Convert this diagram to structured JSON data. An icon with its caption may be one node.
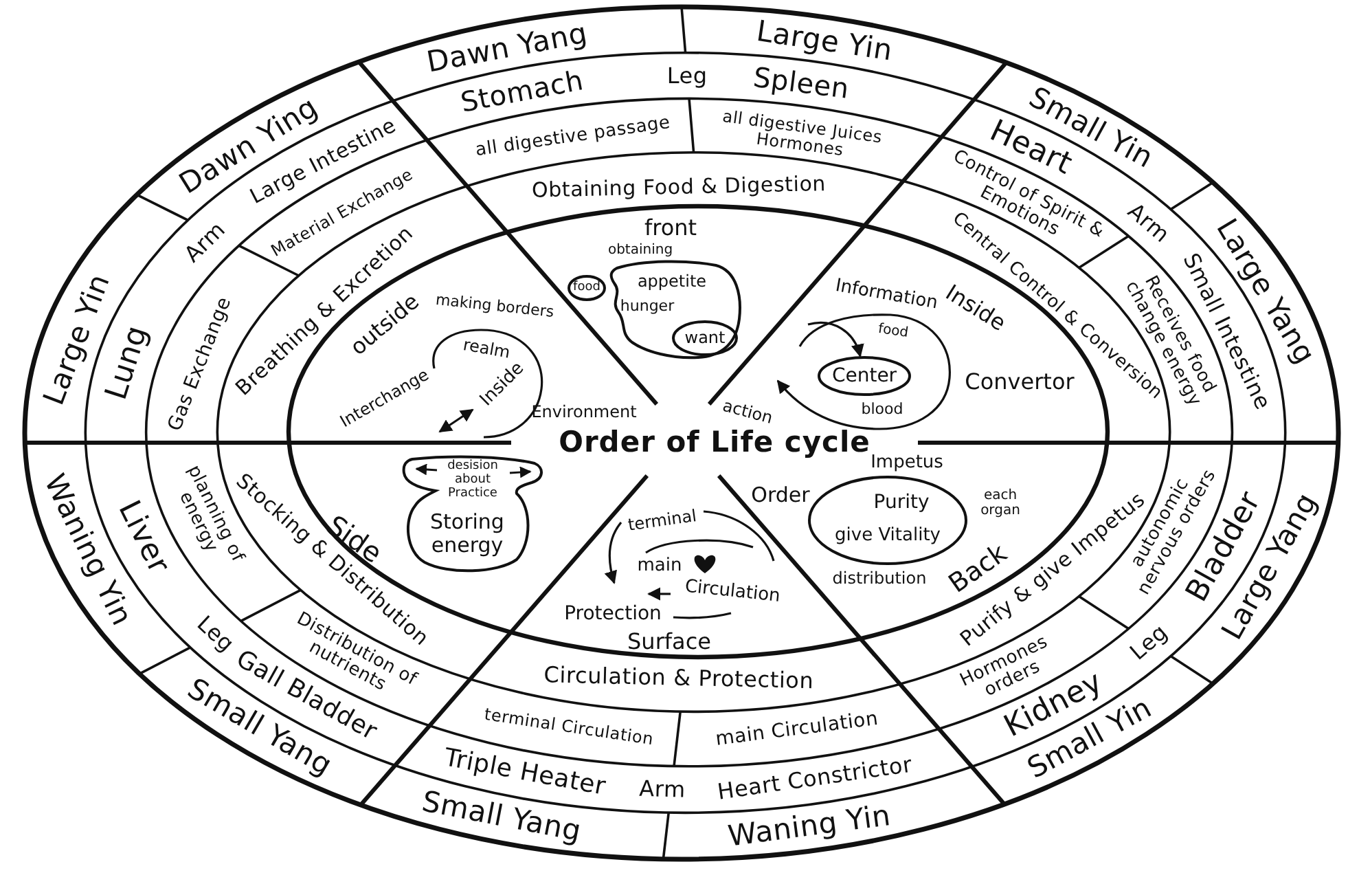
{
  "diagram": {
    "nodes": [
      {
        "text": [
          "food"
        ]
      },
      {
        "text": [
          "appetite",
          "hunger"
        ]
      },
      {
        "text": [
          "want"
        ],
        "in": 1
      },
      {
        "text": [
          "Center"
        ]
      },
      {
        "text": [
          "desision about Practice",
          "Storing energy"
        ]
      },
      {
        "text": [
          "Purity",
          "give Vitality"
        ]
      }
    ],
    "edges": [
      {
        "from": null,
        "to": 3,
        "arrow": "to"
      }
    ],
    "labels": [
      "Dawn Yang",
      "Large Yin",
      "Stomach",
      "Leg",
      "Spleen",
      "all digestive passage",
      "all digestive Juices Hormones",
      "Obtaining Food & Digestion",
      "front",
      "obtaining",
      "Small Yin",
      "Large Yang",
      "Heart",
      "Arm",
      "Small Intestine",
      "Control of Spirit & Emotions",
      "Receives food change energy",
      "Central Control & Conversion",
      "Inside",
      "Information",
      "food",
      "Convertor",
      "blood",
      "action",
      "Large Yang",
      "Small Yin",
      "Bladder",
      "Leg",
      "Kidney",
      "autonomic nervous orders",
      "Hormones orders",
      "Purify & give Impetus",
      "Impetus",
      "Order",
      "each organ",
      "distribution",
      "Back",
      "Small Yang",
      "Waning Yin",
      "Triple Heater",
      "Arm",
      "Heart Constrictor",
      "terminal Circulation",
      "main Circulation",
      "Circulation & Protection",
      "terminal",
      "main",
      "Circulation",
      "Protection",
      "Surface",
      "Small Yang",
      "Waning Yin",
      "Gall Bladder",
      "Leg",
      "Liver",
      "Distribution of nutrients",
      "planning of energy",
      "Stocking & Distribution",
      "Side",
      "Large Yin",
      "Dawn Ying",
      "Lung",
      "Arm",
      "Large Intestine",
      "Gas Exchange",
      "Material Exchange",
      "Breathing & Excretion",
      "outside",
      "making borders",
      "realm",
      "Interchange",
      "Inside",
      "Environment",
      "Order of Life cycle"
    ]
  }
}
